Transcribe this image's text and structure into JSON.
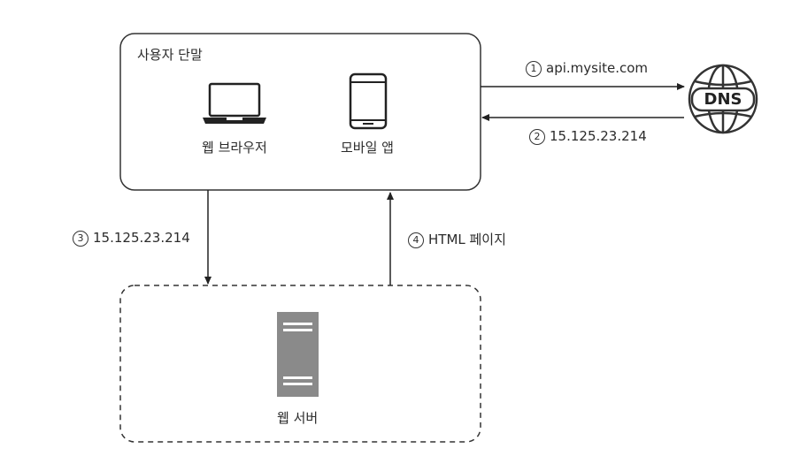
{
  "client_group": {
    "title": "사용자 단말",
    "web_browser": "웹 브라우저",
    "mobile_app": "모바일 앱"
  },
  "dns": {
    "label": "DNS"
  },
  "server": {
    "label": "웹 서버"
  },
  "steps": [
    {
      "num": "1",
      "text": "api.mysite.com"
    },
    {
      "num": "2",
      "text": "15.125.23.214"
    },
    {
      "num": "3",
      "text": "15.125.23.214"
    },
    {
      "num": "4",
      "text": "HTML 페이지"
    }
  ]
}
